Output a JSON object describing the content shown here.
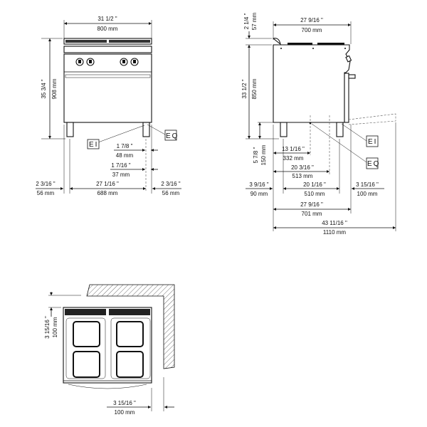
{
  "front_view": {
    "width_in": "31 1/2 \"",
    "width_mm": "800 mm",
    "height_in": "35 3/4 \"",
    "height_mm": "908 mm",
    "d1_in": "1 7/8 \"",
    "d1_mm": "48 mm",
    "d2_in": "1 7/16 \"",
    "d2_mm": "37 mm",
    "left_in": "2 3/16 \"",
    "left_mm": "56 mm",
    "mid_in": "27 1/16 \"",
    "mid_mm": "688 mm",
    "right_in": "2 3/16 \"",
    "right_mm": "56 mm",
    "ei": "EI",
    "eq": "EQ"
  },
  "side_view": {
    "depth_in": "27 9/16 \"",
    "depth_mm": "700 mm",
    "top_in": "2 1/4 \"",
    "top_mm": "57 mm",
    "height_in": "33 1/2 \"",
    "height_mm": "850 mm",
    "leg_in": "5 7/8 \"",
    "leg_mm": "150 mm",
    "eq_in": "13 1/16 \"",
    "eq_mm": "332 mm",
    "ei_in": "20 3/16 \"",
    "ei_mm": "513 mm",
    "rear_in": "3 9/16 \"",
    "rear_mm": "90 mm",
    "legs_in": "20 1/16 \"",
    "legs_mm": "510 mm",
    "front_in": "3 15/16 \"",
    "front_mm": "100 mm",
    "total_in": "27 9/16 \"",
    "total_mm": "701 mm",
    "open_in": "43 11/16 \"",
    "open_mm": "1110 mm",
    "ei": "EI",
    "eq": "EQ"
  },
  "plan_view": {
    "back_in": "3 15/16 \"",
    "back_mm": "100 mm",
    "side_in": "3 15/16 \"",
    "side_mm": "100 mm"
  }
}
